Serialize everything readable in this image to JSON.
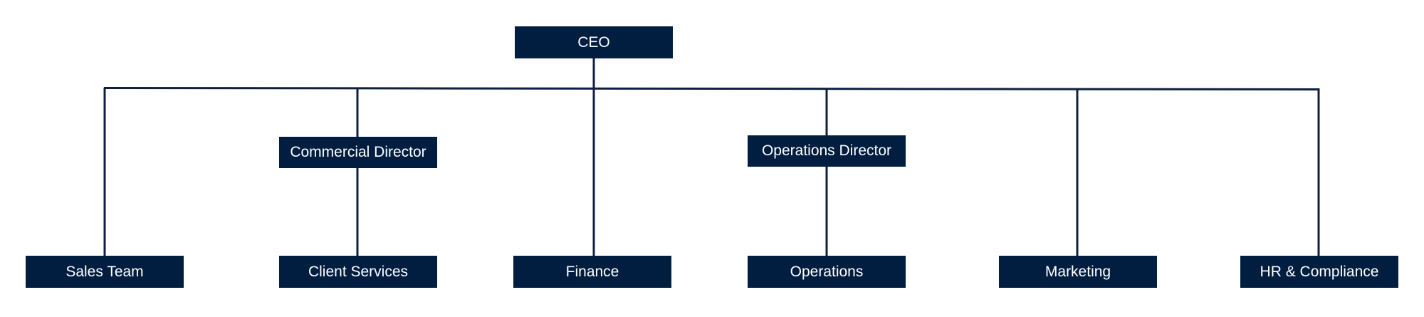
{
  "org_chart": {
    "root": {
      "label": "CEO"
    },
    "directors": [
      {
        "label": "Commercial Director"
      },
      {
        "label": "Operations Director"
      }
    ],
    "units": [
      {
        "label": "Sales Team"
      },
      {
        "label": "Client Services"
      },
      {
        "label": "Finance"
      },
      {
        "label": "Operations"
      },
      {
        "label": "Marketing"
      },
      {
        "label": "HR & Compliance"
      }
    ],
    "colors": {
      "box_fill": "#011e41",
      "box_text": "#ffffff",
      "connector": "#0f1f3d",
      "background": "#ffffff"
    }
  }
}
